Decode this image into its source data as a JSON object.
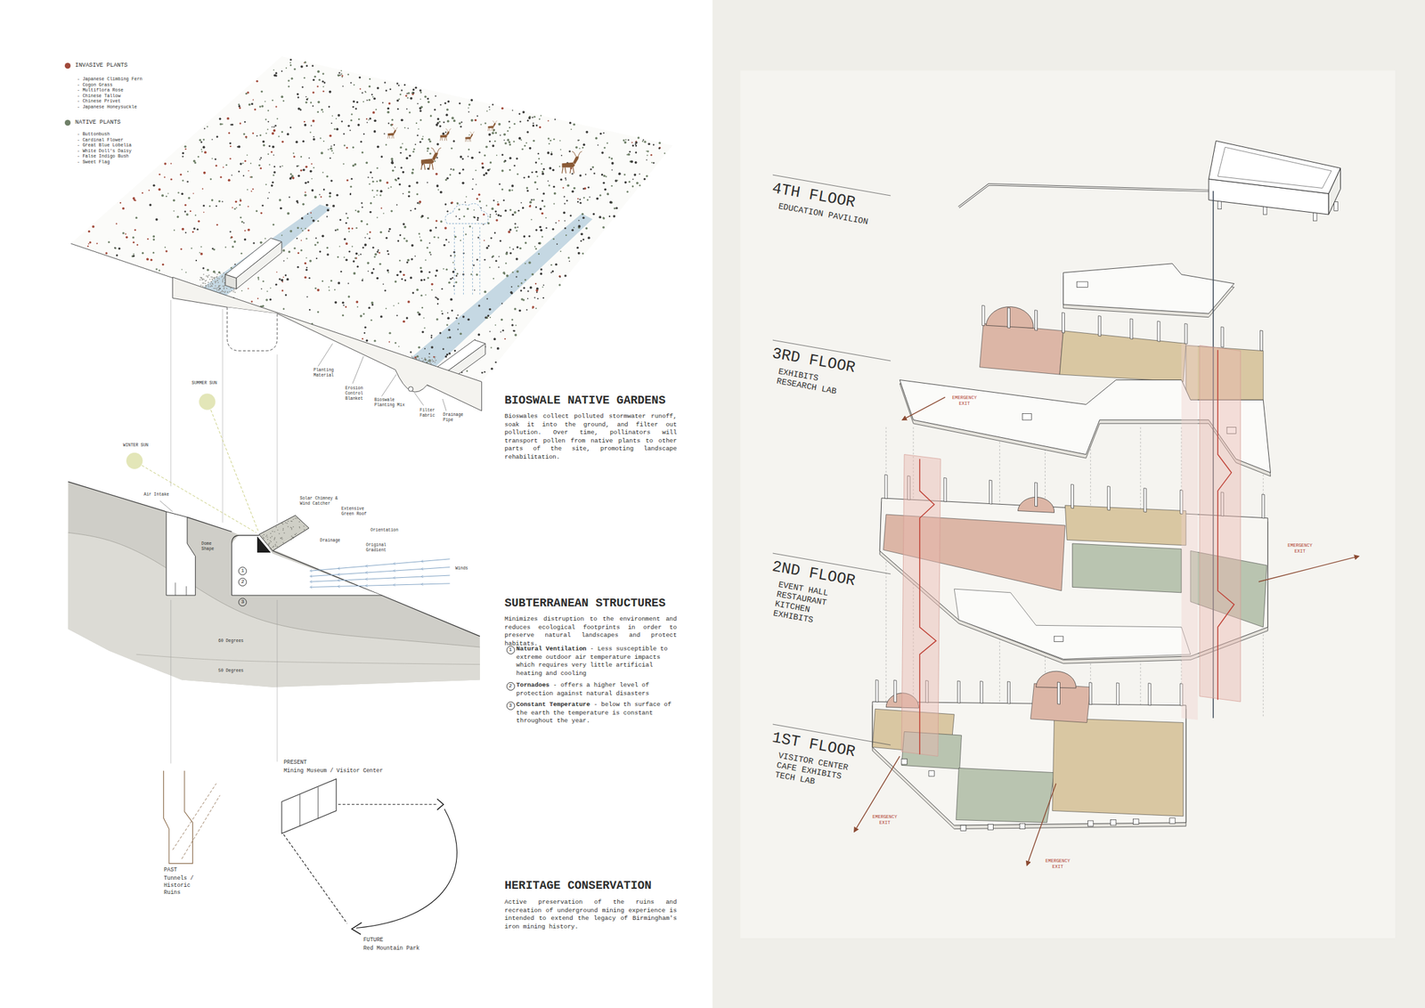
{
  "diagram": {
    "nodes": [
      {
        "text": [
          "1"
        ]
      },
      {
        "text": [
          "2"
        ]
      },
      {
        "text": [
          "3"
        ]
      },
      {
        "text": [
          "1"
        ]
      },
      {
        "text": [
          "2"
        ]
      },
      {
        "text": [
          "3"
        ]
      }
    ],
    "labels": [
      "- Japanese Climbing Fern",
      "- Cogon Grass",
      "- Multiflora Rose",
      "- Chinese Tallow",
      "- Chinese Privet",
      "- Japanese Honeysuckle",
      "- Buttonbush",
      "- Cardinal Flower",
      "- Great Blue Lobelia",
      "- White Doll's Daisy",
      "- False Indigo Bush",
      "- Sweet Flag",
      "Planting Material",
      "Erosion Control Blanket",
      "Bioswale Planting Mix",
      "Filter Fabric",
      "Drainage Pipe",
      "BIOSWALE NATIVE GARDENS",
      "Bioswales collect polluted stormwater runoff, soak it into the ground, and filter out pollution. Over time, pollinators will transport pollen from native plants to other parts of the site, promoting landscape rehabilitation.",
      "SUMMER SUN",
      "WINTER SUN",
      "Air Intake",
      "Dome Shape",
      "Solar Chimney & Wind Catcher",
      "Extensive Green Roof",
      "Orientation",
      "Drainage",
      "Original Gradient",
      "Winds",
      "60 Degrees",
      "50 Degrees",
      "SUBTERRANEAN STRUCTURES",
      "Minimizes distruption to the environment and reduces ecological footprints in order to preserve natural landscapes and protect habitats.",
      "Natural Ventilation",
      "- Less susceptible to extreme outdoor air temperature impacts which requires very little artificial heating and cooling",
      "Tornadoes",
      "- offers a higher level of protection against natural disasters",
      "Constant Temperature",
      "- below th surface of the earth the temperature is constant throughout the year.",
      "PAST",
      "Tunnels / Historic Ruins",
      "PRESENT",
      "Mining Museum / Visitor Center",
      "FUTURE",
      "Red Mountain Park",
      "HERITAGE CONSERVATION",
      "Active preservation of the ruins and recreation of underground mining experience is intended to extend the legacy of Birmingham's iron mining history.",
      "4TH FLOOR",
      "EDUCATION PAVILION",
      "3RD FLOOR",
      "EXHIBITS RESEARCH LAB",
      "2ND FLOOR",
      "EVENT HALL RESTAURANT KITCHEN EXHIBITS",
      "1ST FLOOR",
      "VISITOR CENTER CAFE EXHIBITS TECH LAB",
      "EMERGENCY EXIT",
      "EMERGENCY EXIT",
      "EMERGENCY EXIT",
      "EMERGENCY EXIT"
    ],
    "legend": [
      {
        "text": "INVASIVE PLANTS",
        "color": "#a0493a"
      },
      {
        "text": "NATIVE PLANTS",
        "color": "#6f8068"
      }
    ]
  }
}
